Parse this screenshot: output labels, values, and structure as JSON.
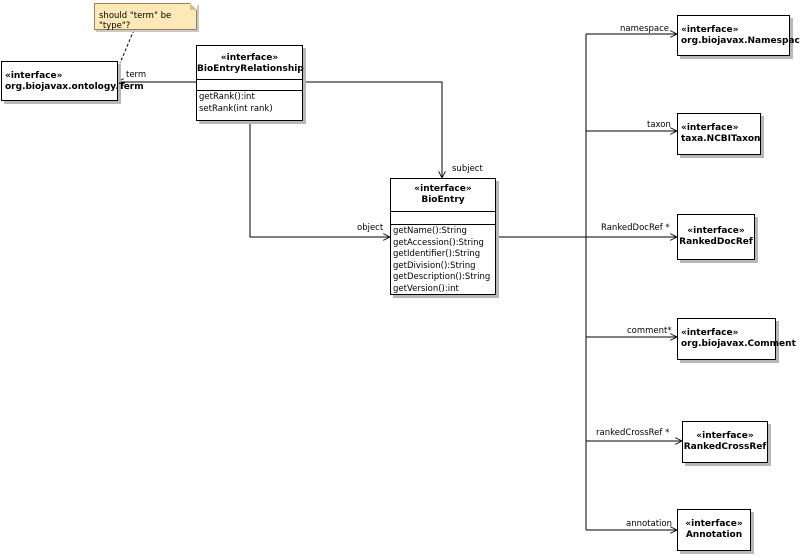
{
  "note": {
    "text": "should \"term\" be \"type\"?"
  },
  "classes": {
    "term": {
      "stereotype": "«interface»",
      "name": "org.biojavax.ontology.Term"
    },
    "relationship": {
      "stereotype": "«interface»",
      "name": "BioEntryRelationship",
      "methods": [
        "getRank():int",
        "setRank(int rank)"
      ]
    },
    "bioentry": {
      "stereotype": "«interface»",
      "name": "BioEntry",
      "methods": [
        "getName():String",
        "getAccession():String",
        "getIdentifier():String",
        "getDivision():String",
        "getDescription():String",
        "getVersion():int"
      ]
    },
    "namespace": {
      "stereotype": "«interface»",
      "name": "org.biojavax.Namespace"
    },
    "taxon": {
      "stereotype": "«interface»",
      "name": "taxa.NCBITaxon"
    },
    "rankeddocref": {
      "stereotype": "«interface»",
      "name": "RankedDocRef"
    },
    "comment": {
      "stereotype": "«interface»",
      "name": "org.biojavax.Comment"
    },
    "rankedcrossref": {
      "stereotype": "«interface»",
      "name": "RankedCrossRef"
    },
    "annotation": {
      "stereotype": "«interface»",
      "name": "Annotation"
    }
  },
  "labels": {
    "term": "term",
    "subject": "subject",
    "object": "object",
    "namespace": "namespace",
    "taxon": "taxon",
    "rankeddocref": "RankedDocRef *",
    "comment": "comment*",
    "rankedcrossref": "rankedCrossRef *",
    "annotation": "annotation"
  }
}
